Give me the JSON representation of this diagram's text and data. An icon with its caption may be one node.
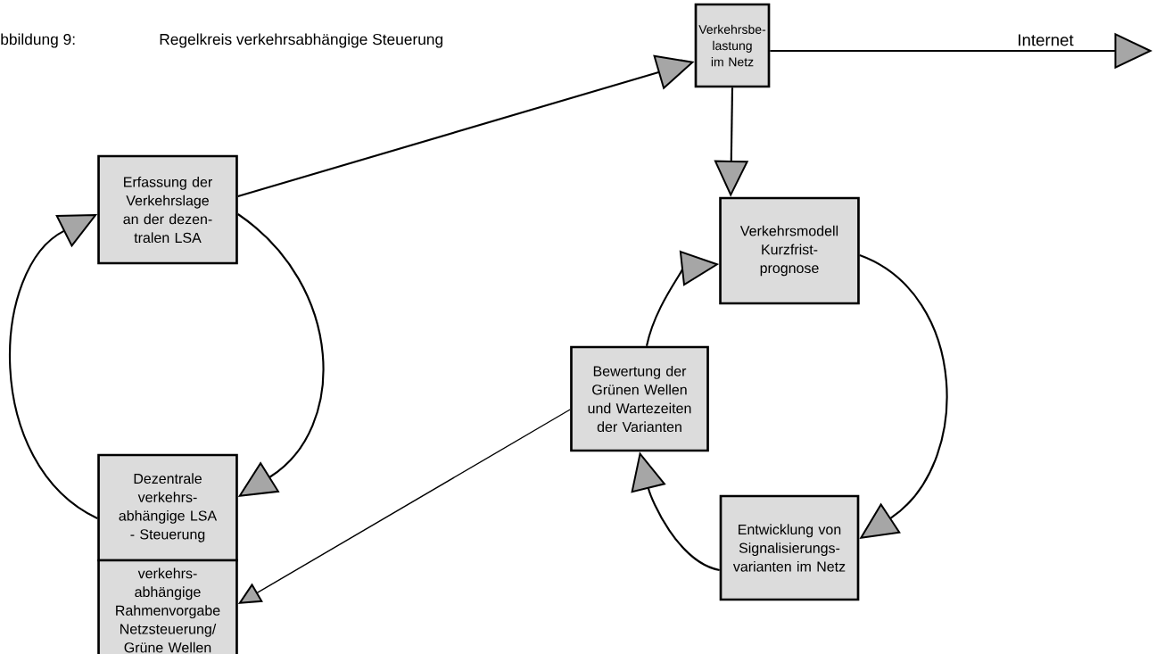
{
  "diagram": {
    "title": "Regelkreis verkehrsabhängige Steuerung",
    "nodes": [
      {
        "text": [
          "Verkehrsbe- lastung im Netz"
        ]
      },
      {
        "text": [
          "Erfassung der Verkehrslage an der dezen- tralen LSA"
        ]
      },
      {
        "text": [
          "Verkehrsmodell Kurzfrist- prognose"
        ]
      },
      {
        "text": [
          "Bewertung der Grünen Wellen und Wartezeiten der Varianten"
        ]
      },
      {
        "text": [
          "Dezentrale verkehrs- abhängige LSA - Steuerung"
        ]
      },
      {
        "text": [
          "verkehrs- abhängige Rahmenvorgabe Netzsteuerung/ Grüne Wellen"
        ]
      },
      {
        "text": [
          "Entwicklung von Signalisierungs- varianten im Netz"
        ]
      }
    ],
    "edges": [
      {
        "from": 0,
        "to": null,
        "arrow": "to",
        "label": "Internet"
      },
      {
        "from": 1,
        "to": 0,
        "arrow": "to"
      },
      {
        "from": 0,
        "to": 2,
        "arrow": "to"
      },
      {
        "from": 1,
        "to": 4,
        "arrow": "to"
      },
      {
        "from": 4,
        "to": 1,
        "arrow": "to"
      },
      {
        "from": 2,
        "to": 6,
        "arrow": "to"
      },
      {
        "from": 6,
        "to": 3,
        "arrow": "to"
      },
      {
        "from": 3,
        "to": 2,
        "arrow": "to"
      },
      {
        "from": 3,
        "to": 5,
        "arrow": "to"
      }
    ],
    "labels": [
      "bbildung 9:"
    ]
  }
}
